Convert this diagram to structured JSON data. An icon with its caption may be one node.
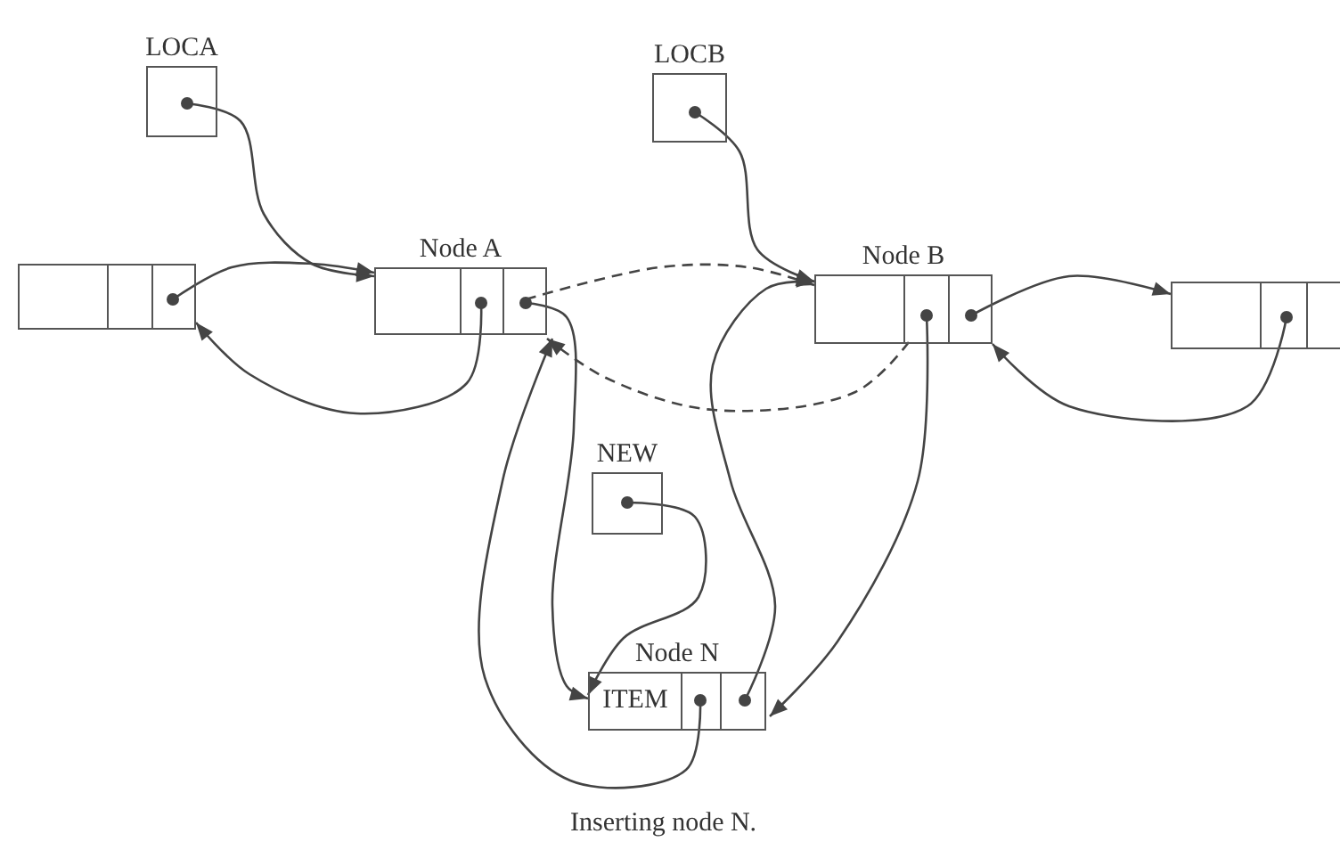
{
  "diagram": {
    "caption": "Inserting node N.",
    "nodes": [
      {
        "text": [
          "LOCA"
        ]
      },
      {
        "text": [
          "LOCB"
        ]
      },
      {
        "text": [],
        "shape": "box"
      },
      {
        "text": [
          "Node A"
        ]
      },
      {
        "text": [
          "Node B"
        ]
      },
      {
        "text": [],
        "shape": "box"
      },
      {
        "text": [
          "NEW"
        ]
      },
      {
        "text": [
          "Node N",
          "ITEM"
        ]
      }
    ],
    "edges": [
      {
        "from": 0,
        "to": 3,
        "arrow": "to"
      },
      {
        "from": 2,
        "to": 3,
        "arrow": "to"
      },
      {
        "from": 3,
        "to": 2,
        "arrow": "to"
      },
      {
        "from": 3,
        "to": 4,
        "arrow": "to",
        "style": "dashed"
      },
      {
        "from": 4,
        "to": 3,
        "arrow": "to",
        "style": "dashed"
      },
      {
        "from": 3,
        "to": 7,
        "arrow": "to"
      },
      {
        "from": 6,
        "to": 7,
        "arrow": "to"
      },
      {
        "from": 7,
        "to": 3,
        "arrow": "to"
      },
      {
        "from": 7,
        "to": 4,
        "arrow": "to"
      },
      {
        "from": 4,
        "to": 7,
        "arrow": "to"
      },
      {
        "from": 1,
        "to": 4,
        "arrow": "to"
      },
      {
        "from": 4,
        "to": 5,
        "arrow": "to"
      },
      {
        "from": 5,
        "to": 4,
        "arrow": "to"
      }
    ]
  }
}
